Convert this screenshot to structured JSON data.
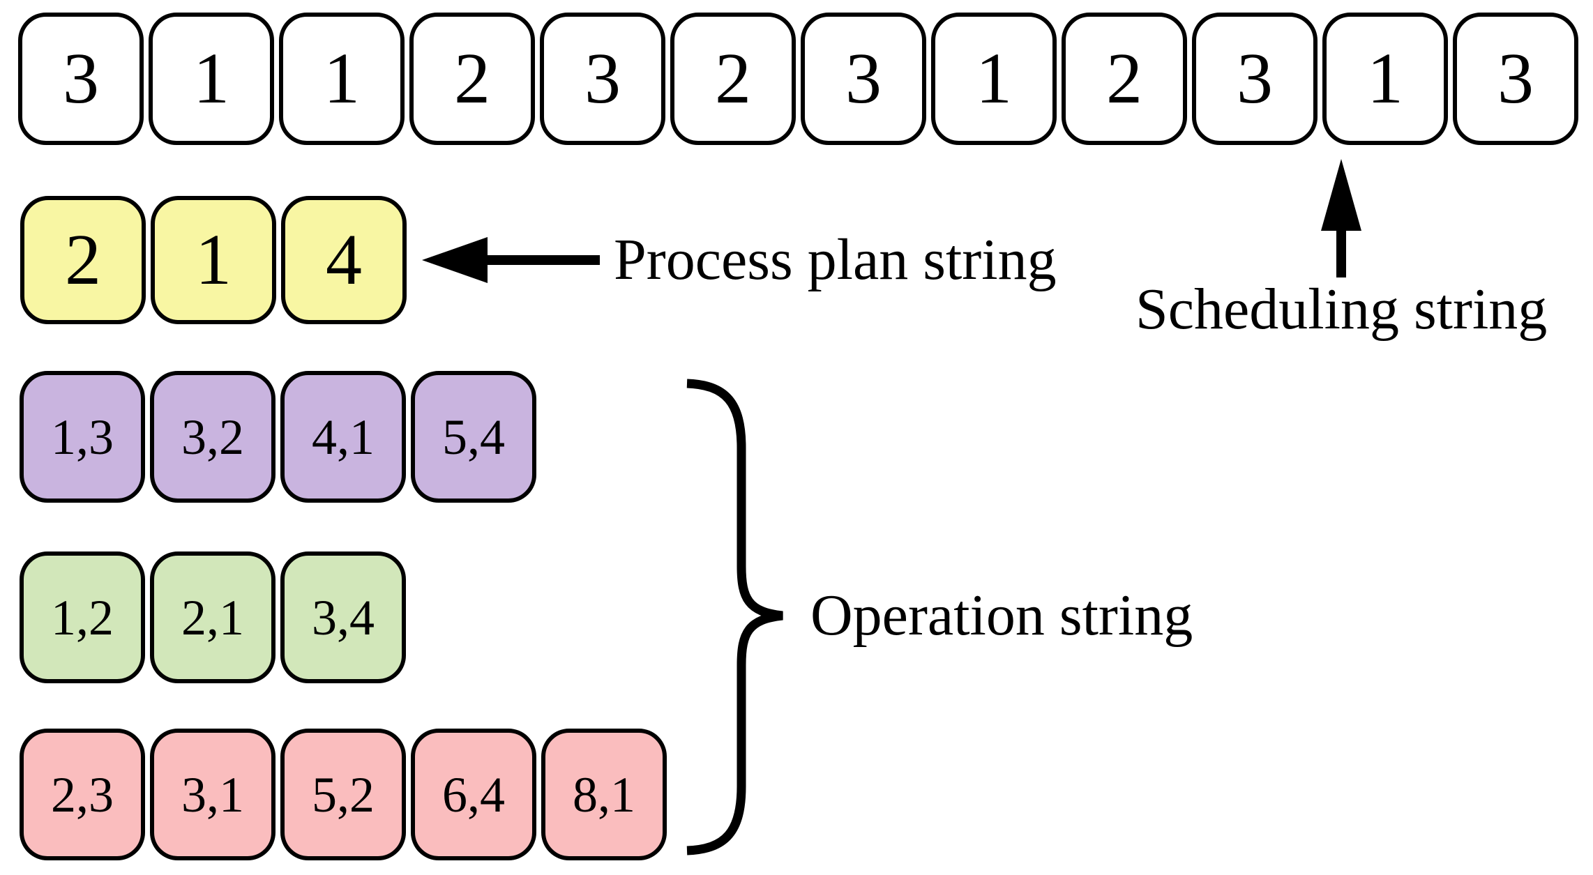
{
  "diagram": {
    "labels": {
      "scheduling": "Scheduling string",
      "process_plan": "Process plan string",
      "operation": "Operation string"
    },
    "rows": {
      "scheduling": {
        "values": [
          "3",
          "1",
          "1",
          "2",
          "3",
          "2",
          "3",
          "1",
          "2",
          "3",
          "1",
          "3"
        ]
      },
      "process_plan": {
        "values": [
          "2",
          "1",
          "4"
        ]
      },
      "operation": [
        {
          "color_name": "purple",
          "fill": "#c9b4df",
          "values": [
            "1,3",
            "3,2",
            "4,1",
            "5,4"
          ]
        },
        {
          "color_name": "green",
          "fill": "#d2e7ba",
          "values": [
            "1,2",
            "2,1",
            "3,4"
          ]
        },
        {
          "color_name": "red",
          "fill": "#fabdbe",
          "values": [
            "2,3",
            "3,1",
            "5,2",
            "6,4",
            "8,1"
          ]
        }
      ]
    },
    "colors": {
      "scheduling_fill": "#ffffff",
      "process_plan_fill": "#f8f6a3",
      "outline": "#000000",
      "arrow": "#000000"
    },
    "icons": {
      "process_plan_arrow": "left-arrow",
      "scheduling_arrow": "up-arrow",
      "operation_group": "right-curly-brace"
    }
  }
}
